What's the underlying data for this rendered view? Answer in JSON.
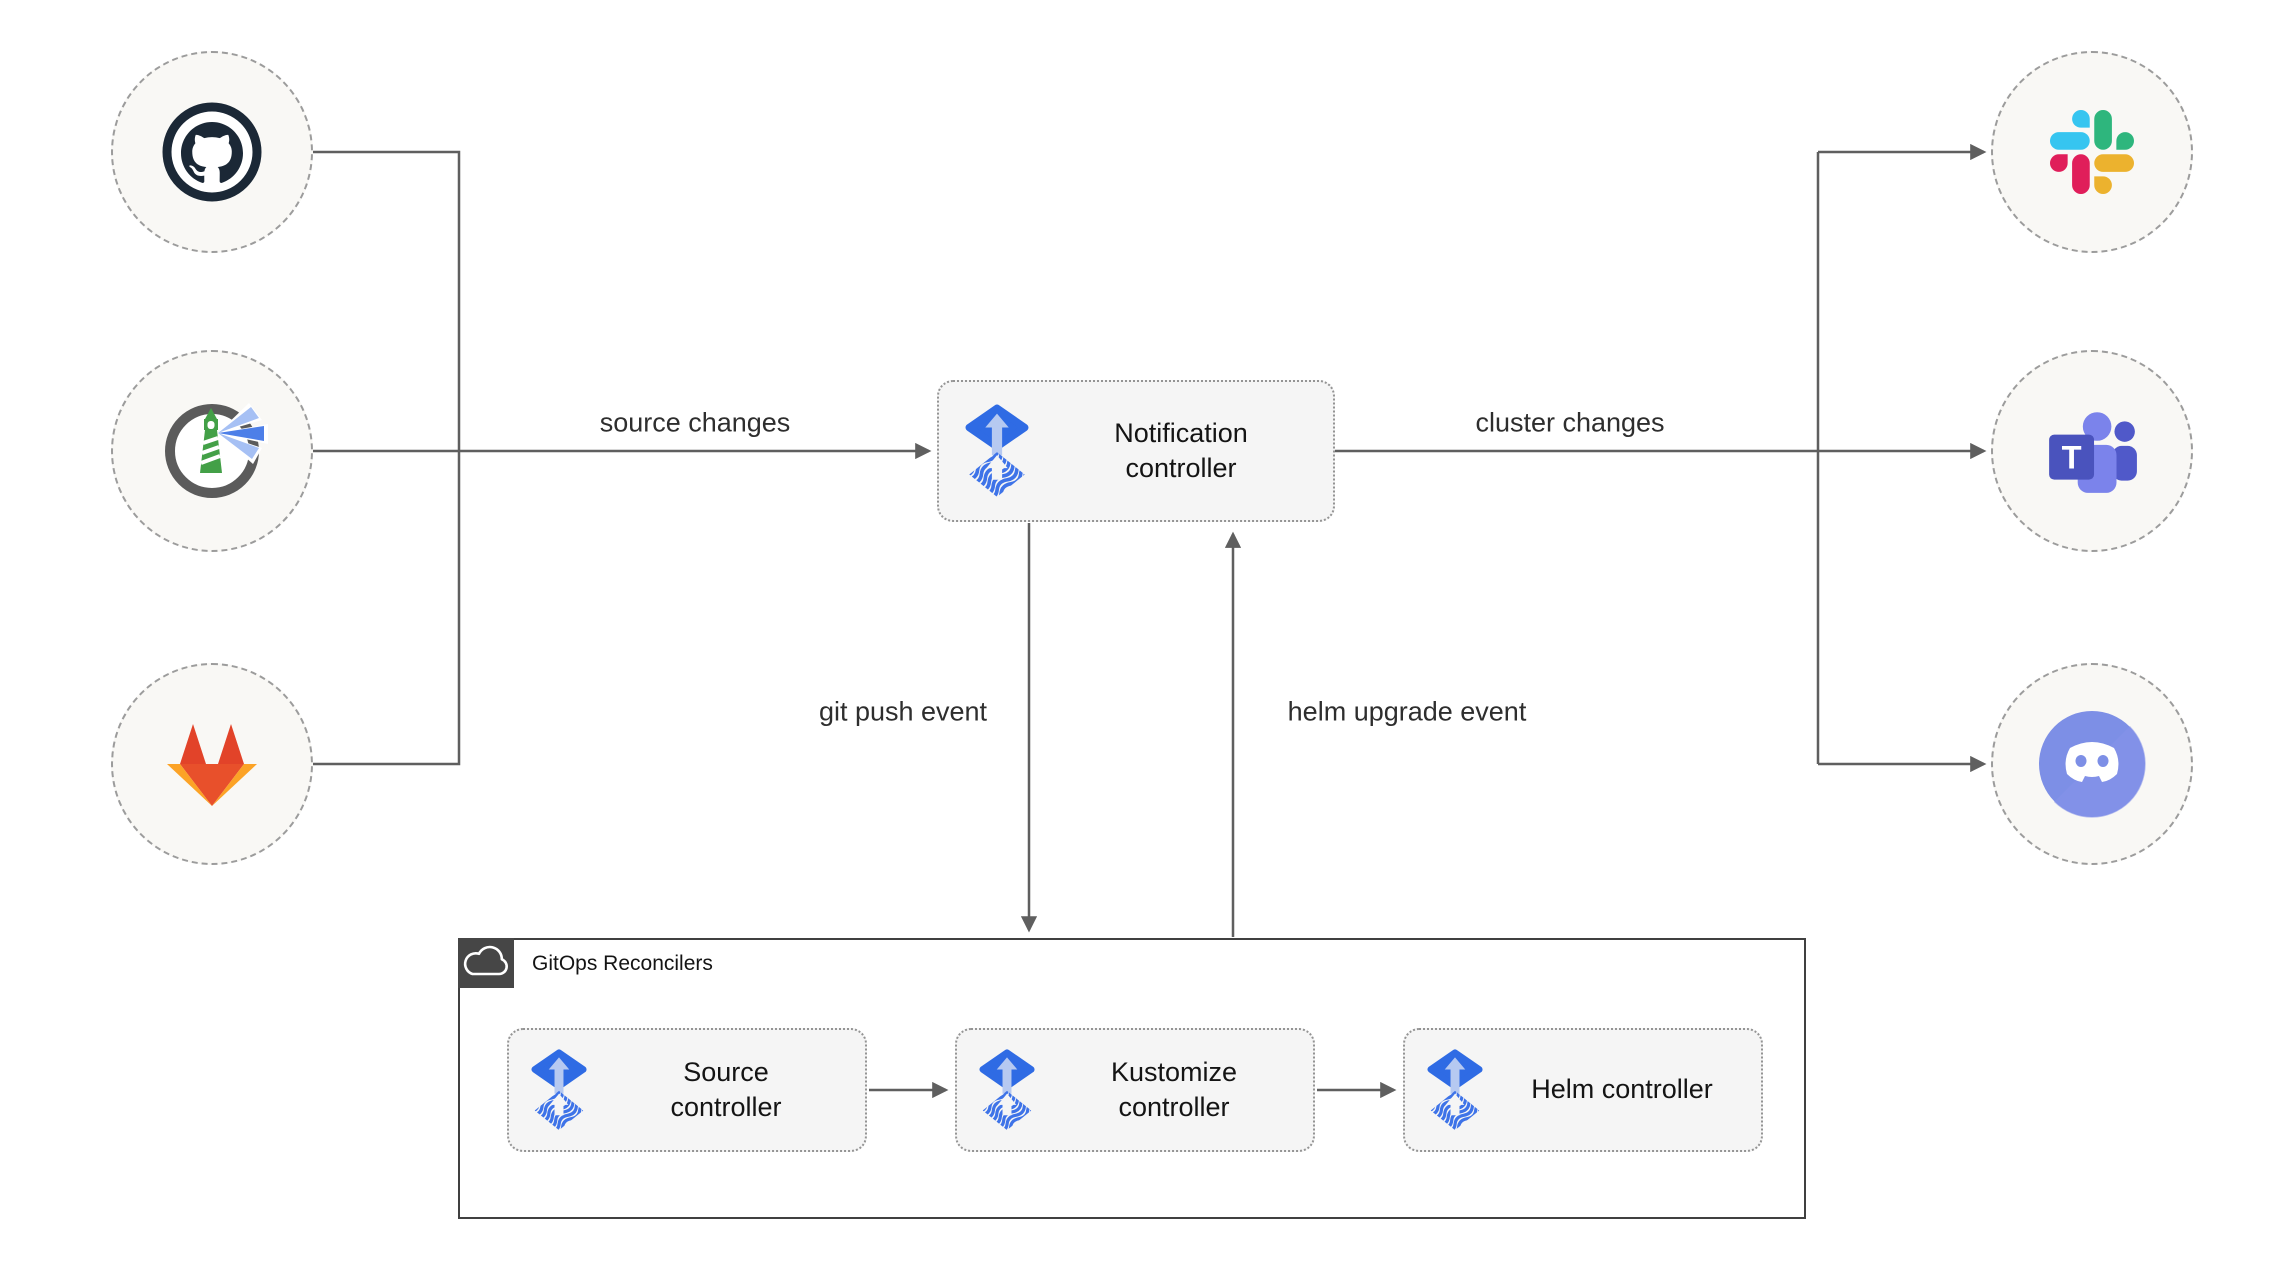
{
  "edges": {
    "source_changes": "source changes",
    "cluster_changes": "cluster changes",
    "git_push_event": "git push event",
    "helm_upgrade_event": "helm upgrade event"
  },
  "nodes": {
    "notification": "Notification controller",
    "source": "Source controller",
    "kustomize": "Kustomize controller",
    "helm": "Helm controller"
  },
  "container": {
    "title": "GitOps Reconcilers",
    "badge_icon": "cloud-icon"
  },
  "icons": {
    "sources": [
      "github-icon",
      "harbor-icon",
      "gitlab-icon"
    ],
    "receivers": [
      "slack-icon",
      "teams-icon",
      "discord-icon"
    ],
    "node_badge": "flux-icon",
    "teams_letter": "T"
  },
  "colors": {
    "flux_blue": "#2f6be4",
    "flux_light_arrow": "#b6c9f1",
    "connector_gray": "#5f5f5f",
    "node_fill": "#f5f5f5",
    "circle_fill": "#f9f8f5",
    "container_border": "#404040",
    "github_dark": "#1b2836",
    "harbor_gray": "#5b5b5b",
    "harbor_green": "#43a047",
    "gitlab_red": "#e24329",
    "gitlab_orange": "#fca326",
    "slack_blue": "#36C5F0",
    "slack_green": "#2EB67D",
    "slack_yellow": "#ECB22E",
    "slack_red": "#E01E5A",
    "teams_purple": "#5059c9",
    "discord_blurple": "#7d8fe6"
  }
}
